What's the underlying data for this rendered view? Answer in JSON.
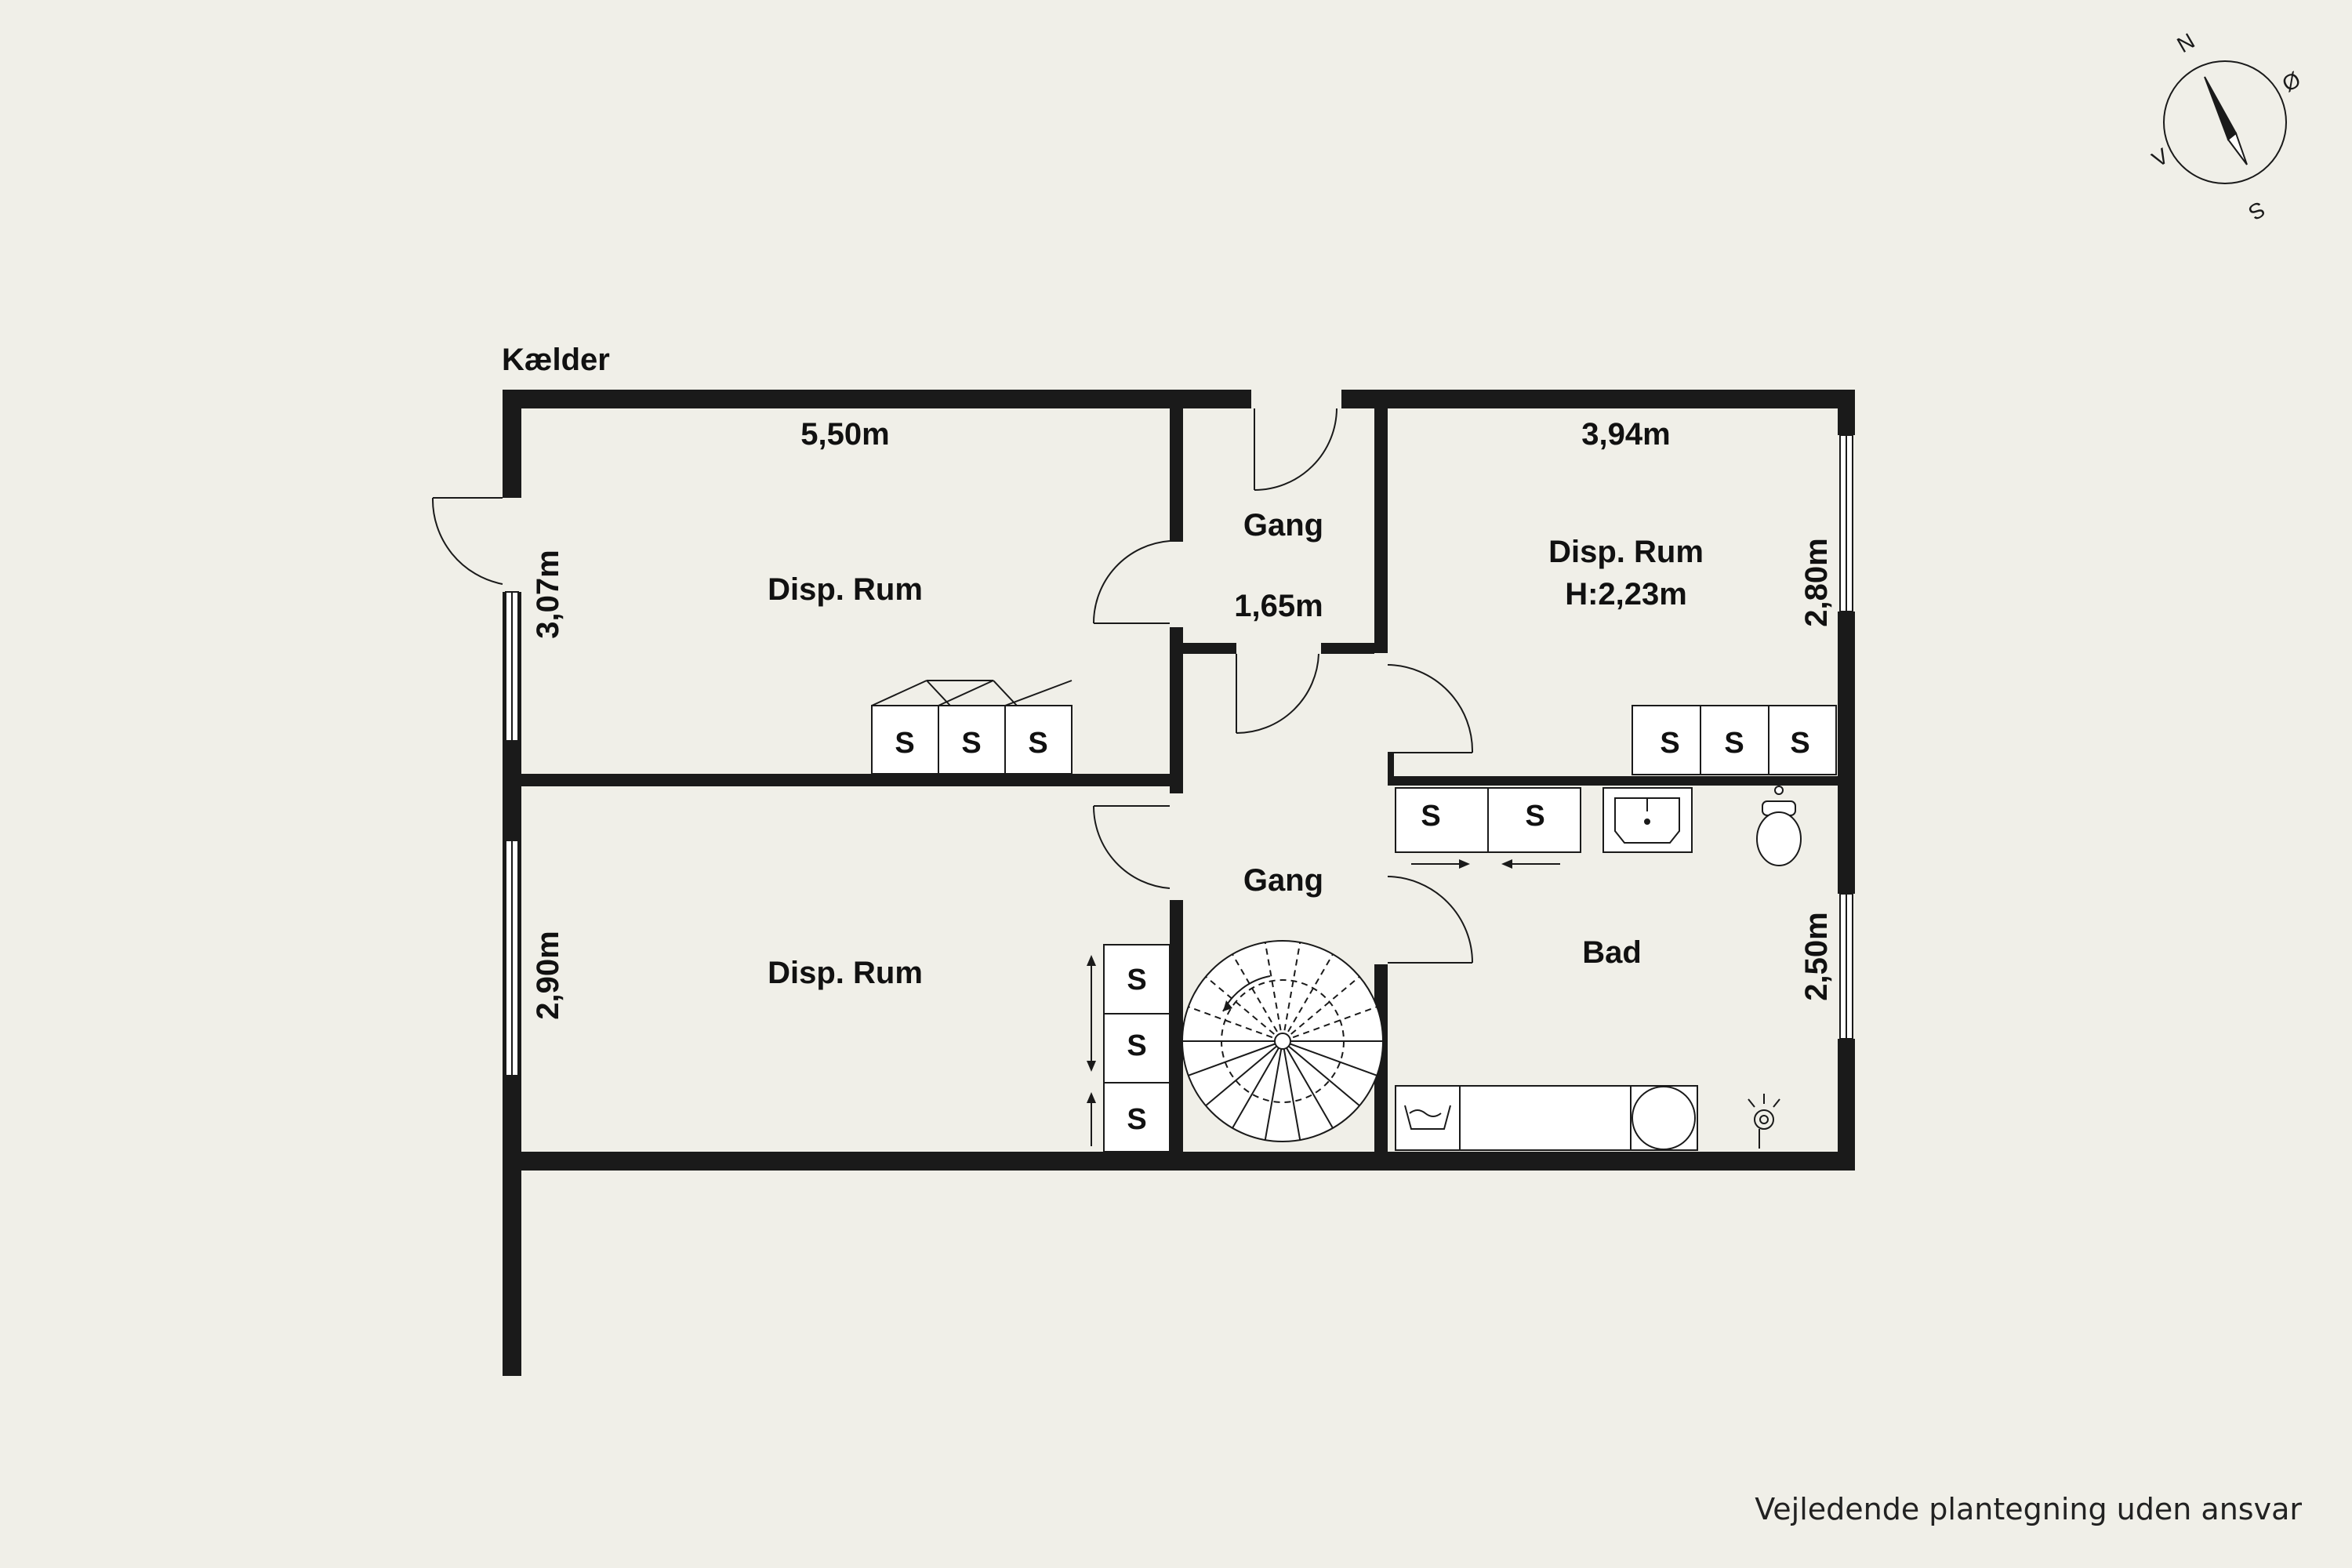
{
  "floor_label": "Kælder",
  "rooms": {
    "disp_rum_top_left": {
      "name": "Disp. Rum",
      "width": "5,50m",
      "depth": "3,07m"
    },
    "disp_rum_bottom_left": {
      "name": "Disp. Rum",
      "depth": "2,90m"
    },
    "gang_top": {
      "name": "Gang",
      "width": "1,65m"
    },
    "gang_bottom": {
      "name": "Gang"
    },
    "disp_rum_right": {
      "name": "Disp. Rum",
      "height": "H:2,23m",
      "width": "3,94m",
      "depth": "2,80m"
    },
    "bad": {
      "name": "Bad",
      "depth": "2,50m"
    }
  },
  "storage_label": "S",
  "compass": {
    "north": "N",
    "east": "Ø",
    "south": "S",
    "west": "V"
  },
  "disclaimer": "Vejledende plantegning uden ansvar",
  "colors": {
    "background": "#f0efe8",
    "wall": "#1a1a1a",
    "fixture_fill": "#ffffff"
  }
}
